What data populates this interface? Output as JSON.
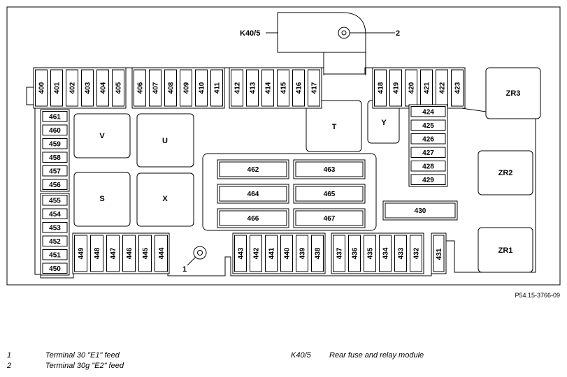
{
  "diagram": {
    "module_label": "K40/5",
    "callout_1": "1",
    "callout_2": "2",
    "fuse_rows": {
      "top_a": [
        "400",
        "401",
        "402",
        "403",
        "404",
        "405"
      ],
      "top_b": [
        "406",
        "407",
        "408",
        "409",
        "410",
        "411"
      ],
      "top_c": [
        "412",
        "413",
        "414",
        "415",
        "416",
        "417"
      ],
      "top_d": [
        "418",
        "419",
        "420",
        "421",
        "422",
        "423"
      ],
      "right_col": [
        "424",
        "425",
        "426",
        "427",
        "428",
        "429"
      ],
      "left_col_a": [
        "461",
        "460",
        "459",
        "458",
        "457",
        "456"
      ],
      "left_col_b": [
        "455",
        "454",
        "453",
        "452",
        "451",
        "450"
      ],
      "bottom_a": [
        "449",
        "448",
        "447",
        "446",
        "445",
        "444"
      ],
      "bottom_b": [
        "443",
        "442",
        "441",
        "440",
        "439",
        "438"
      ],
      "bottom_c": [
        "437",
        "436",
        "435",
        "434",
        "433",
        "432"
      ],
      "bottom_single": "431",
      "wide_430": "430",
      "center": [
        "462",
        "463",
        "464",
        "465",
        "466",
        "467"
      ]
    },
    "relays": {
      "v": "V",
      "u": "U",
      "s": "S",
      "x": "X",
      "t": "T",
      "y": "Y",
      "zr3": "ZR3",
      "zr2": "ZR2",
      "zr1": "ZR1"
    }
  },
  "figure_code": "P54.15-3766-09",
  "legend": [
    {
      "key": "1",
      "text": "Terminal 30 \"E1\" feed"
    },
    {
      "key": "2",
      "text": "Terminal 30g \"E2\" feed"
    },
    {
      "key": "K40/5",
      "text": "Rear fuse and relay module"
    }
  ]
}
